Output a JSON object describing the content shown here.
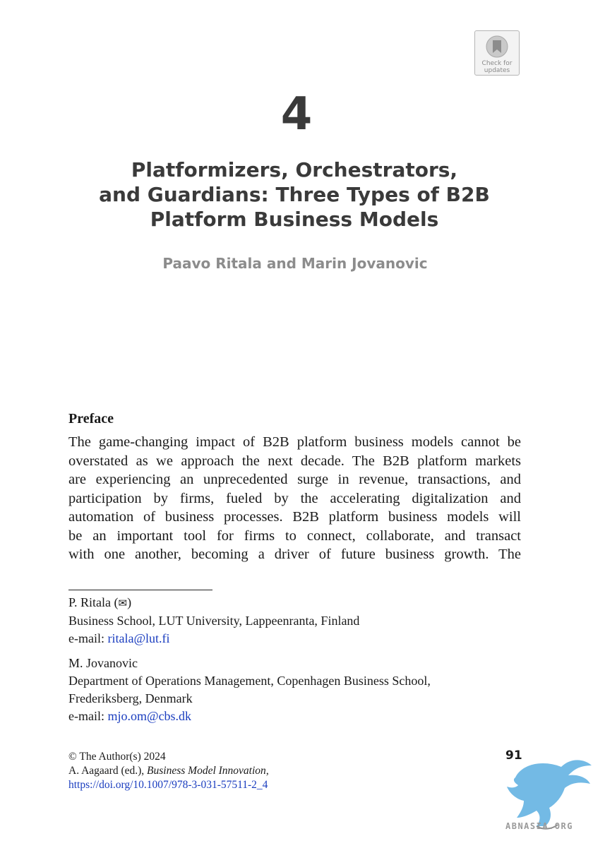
{
  "badge": {
    "line1": "Check for",
    "line2": "updates"
  },
  "chapter": {
    "number": "4",
    "title_lines": [
      "Platformizers, Orchestrators,",
      "and Guardians: Three Types of B2B",
      "Platform Business Models"
    ],
    "authors": "Paavo Ritala and Marin Jovanovic"
  },
  "preface": {
    "heading": "Preface",
    "lines": [
      "The game-changing impact of B2B platform business models cannot be",
      "overstated as we approach the next decade. The B2B platform markets",
      "are experiencing an unprecedented surge in revenue, transactions, and",
      "participation by firms, fueled by the accelerating digitalization and",
      "automation of business processes. B2B platform business models will",
      "be an important tool for firms to connect, collaborate, and transact",
      "with one another, becoming a driver of future business growth. The"
    ]
  },
  "affiliations": [
    {
      "name": "P. Ritala (",
      "name_suffix": ")",
      "lines": [
        "Business School, LUT University, Lappeenranta, Finland"
      ],
      "email_label": "e-mail: ",
      "email": "ritala@lut.fi"
    },
    {
      "name": "M. Jovanovic",
      "lines": [
        "Department of Operations Management, Copenhagen Business School,",
        "Frederiksberg, Denmark"
      ],
      "email_label": "e-mail: ",
      "email": "mjo.om@cbs.dk"
    }
  ],
  "publication": {
    "copyright": "© The Author(s) 2024",
    "editor": "A. Aagaard (ed.), ",
    "book_title": "Business Model Innovation",
    "book_suffix": ",",
    "doi": "https://doi.org/10.1007/978-3-031-57511-2_4"
  },
  "page_number": "91",
  "watermark": "ABNASIA.ORG",
  "colors": {
    "link": "#1a3dbf",
    "title": "#3a3a3a",
    "authors": "#8c8c8c",
    "watermark": "#5aaee0"
  }
}
